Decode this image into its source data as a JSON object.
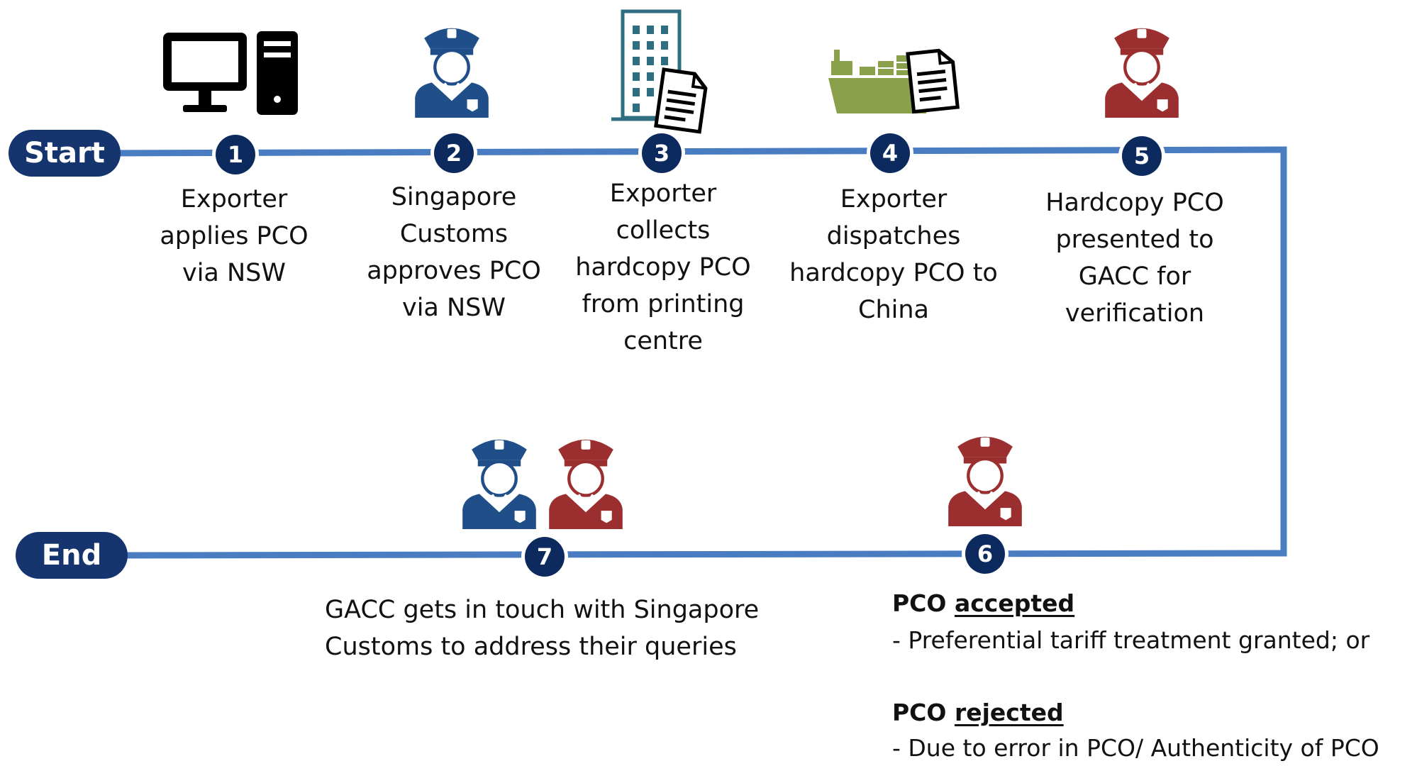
{
  "start_label": "Start",
  "end_label": "End",
  "colors": {
    "line": "#4a7cc1",
    "pill": "#16346e",
    "number": "#0d2a5e",
    "sg_officer": "#1f4e89",
    "china_officer": "#9b2f2f",
    "ship": "#8aa04a",
    "building": "#2f6e80"
  },
  "steps": [
    {
      "num": "1",
      "icon": "computer-icon",
      "text": "Exporter\napplies PCO\nvia NSW"
    },
    {
      "num": "2",
      "icon": "singapore-customs-officer-icon",
      "text": "Singapore\nCustoms\napproves PCO\nvia NSW"
    },
    {
      "num": "3",
      "icon": "printing-centre-building-icon",
      "text": "Exporter\ncollects\nhardcopy PCO\nfrom printing\ncentre"
    },
    {
      "num": "4",
      "icon": "cargo-ship-document-icon",
      "text": "Exporter\ndispatches\nhardcopy PCO to\nChina"
    },
    {
      "num": "5",
      "icon": "gacc-officer-icon",
      "text": "Hardcopy PCO\npresented to\nGACC for\nverification"
    },
    {
      "num": "6",
      "icon": "gacc-officer-icon"
    },
    {
      "num": "7",
      "icon": "officers-pair-icon",
      "text": "GACC gets in touch with Singapore\nCustoms to address their queries"
    }
  ],
  "outcomes": {
    "accepted": {
      "prefix": "PCO ",
      "status": "accepted",
      "detail": "- Preferential tariff treatment granted; or"
    },
    "rejected": {
      "prefix": "PCO ",
      "status": "rejected",
      "detail": "- Due to error in PCO/ Authenticity of PCO"
    }
  }
}
